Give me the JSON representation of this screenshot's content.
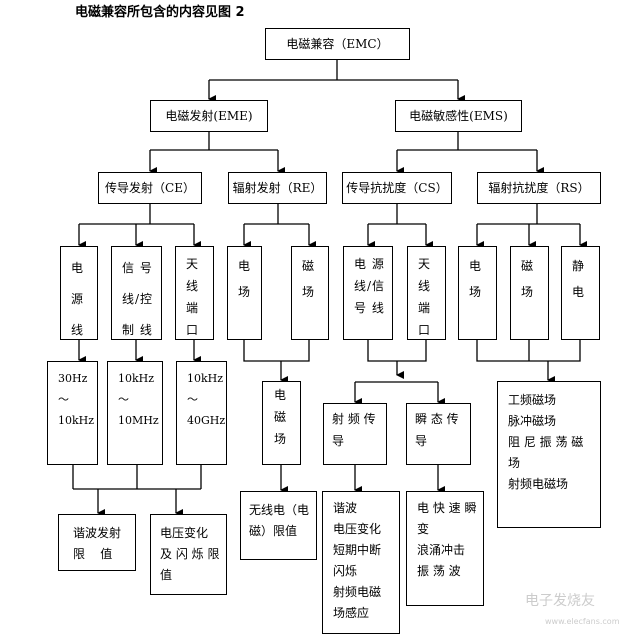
{
  "title": "电磁兼容所包含的内容见图 2",
  "root": "电磁兼容（EMC）",
  "level1": [
    "电磁发射(EME)",
    "电磁敏感性(EMS)"
  ],
  "level2": [
    "传导发射（CE）",
    "辐射发射（RE）",
    "传导抗扰度（CS）",
    "辐射抗扰度（RS）"
  ],
  "level3": [
    {
      "lines": [
        "电",
        "源",
        "线"
      ]
    },
    {
      "lines": [
        "信 号",
        "线/控",
        "制 线"
      ]
    },
    {
      "lines": [
        "天",
        "线",
        "端",
        "口"
      ]
    },
    {
      "lines": [
        "电",
        "场"
      ]
    },
    {
      "lines": [
        "磁",
        "场"
      ]
    },
    {
      "lines": [
        "电 源",
        "线/信",
        "号 线"
      ]
    },
    {
      "lines": [
        "天",
        "线",
        "端",
        "口"
      ]
    },
    {
      "lines": [
        "电",
        "场"
      ]
    },
    {
      "lines": [
        "磁",
        "场"
      ]
    },
    {
      "lines": [
        "静",
        "电"
      ]
    }
  ],
  "level4": [
    {
      "lines": [
        "30Hz",
        "～",
        "10kHz"
      ]
    },
    {
      "lines": [
        "10kHz",
        "～",
        "10MHz"
      ]
    },
    {
      "lines": [
        "10kHz",
        "～",
        "40GHz"
      ]
    },
    {
      "lines": [
        "电",
        "磁",
        "场"
      ]
    },
    {
      "lines": [
        "射 频 传",
        "导"
      ]
    },
    {
      "lines": [
        "瞬 态 传",
        "导"
      ]
    },
    {
      "lines": [
        "工频磁场",
        "脉冲磁场",
        "阻 尼 振 荡 磁",
        "场",
        "射频电磁场"
      ]
    }
  ],
  "level5": [
    {
      "lines": [
        "谐波发射",
        "限    值"
      ]
    },
    {
      "lines": [
        "电压变化",
        "及 闪 烁 限",
        "值"
      ]
    },
    {
      "lines": [
        "无线电（电",
        "磁）限值"
      ]
    },
    {
      "lines": [
        "谐波",
        "电压变化",
        "短期中断",
        "闪烁",
        "射频电磁",
        "场感应"
      ]
    },
    {
      "lines": [
        "电 快 速 瞬",
        "变",
        "浪涌冲击",
        "振 荡 波"
      ]
    }
  ],
  "watermark": {
    "text": "电子发烧友",
    "url": "www.elecfans.com"
  }
}
